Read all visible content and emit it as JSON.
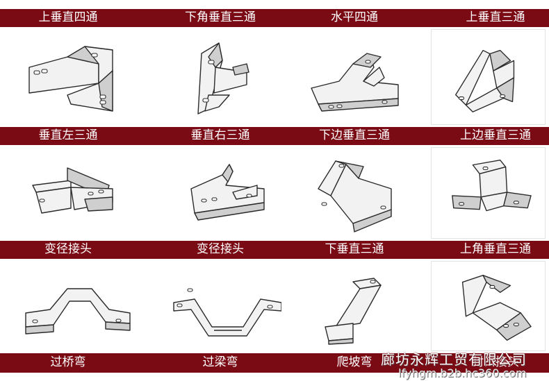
{
  "rows": [
    {
      "labels": [
        "上垂直四通",
        "下角垂直三通",
        "水平四通",
        "上垂直三通"
      ]
    },
    {
      "labels": [
        "垂直左三通",
        "垂直右三通",
        "下边垂直三通",
        "上边垂直三通"
      ]
    },
    {
      "labels": [
        "变径接头",
        "变径接头",
        "下垂直三通",
        "上角垂直三通"
      ]
    },
    {
      "labels": [
        "过桥弯",
        "过梁弯",
        "爬坡弯",
        "封口接头"
      ]
    }
  ],
  "watermark": {
    "company": "廊坊永辉工贸有限公司",
    "url": "lfyhgm.b2b.hc360.com"
  },
  "colors": {
    "band": "#7a0a14",
    "label_text": "#ffffff",
    "background": "#ffffff"
  }
}
